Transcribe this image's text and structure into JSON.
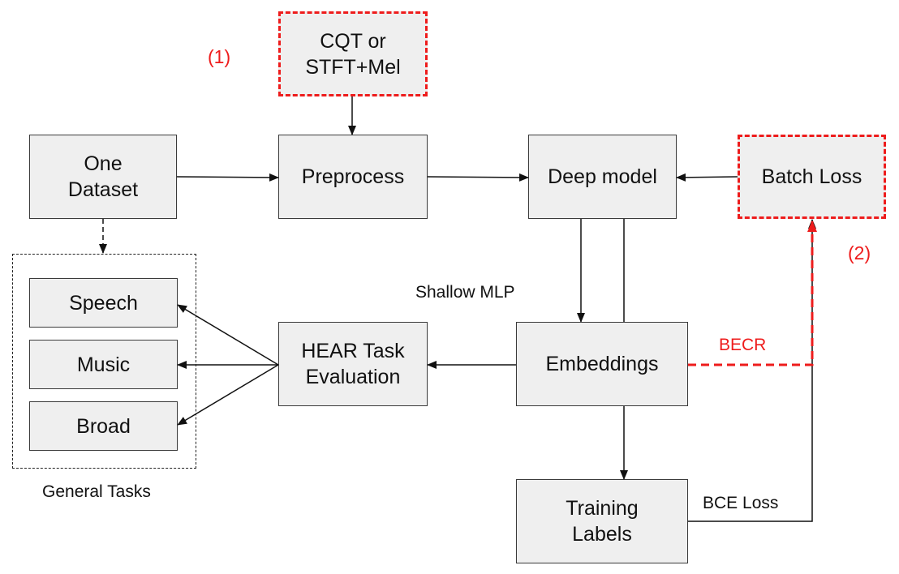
{
  "nodes": {
    "cqt": "CQT or\nSTFT+Mel",
    "dataset": "One\nDataset",
    "preprocess": "Preprocess",
    "deep_model": "Deep model",
    "batch_loss": "Batch Loss",
    "speech": "Speech",
    "music": "Music",
    "broad": "Broad",
    "hear": "HEAR Task\nEvaluation",
    "embeddings": "Embeddings",
    "training_labels": "Training\nLabels"
  },
  "labels": {
    "marker_1": "(1)",
    "marker_2": "(2)",
    "shallow_mlp": "Shallow MLP",
    "becr": "BECR",
    "bce_loss": "BCE Loss",
    "general_tasks": "General Tasks"
  },
  "colors": {
    "highlight": "#ee1c1c",
    "box_fill": "#efefef",
    "line": "#111111"
  }
}
